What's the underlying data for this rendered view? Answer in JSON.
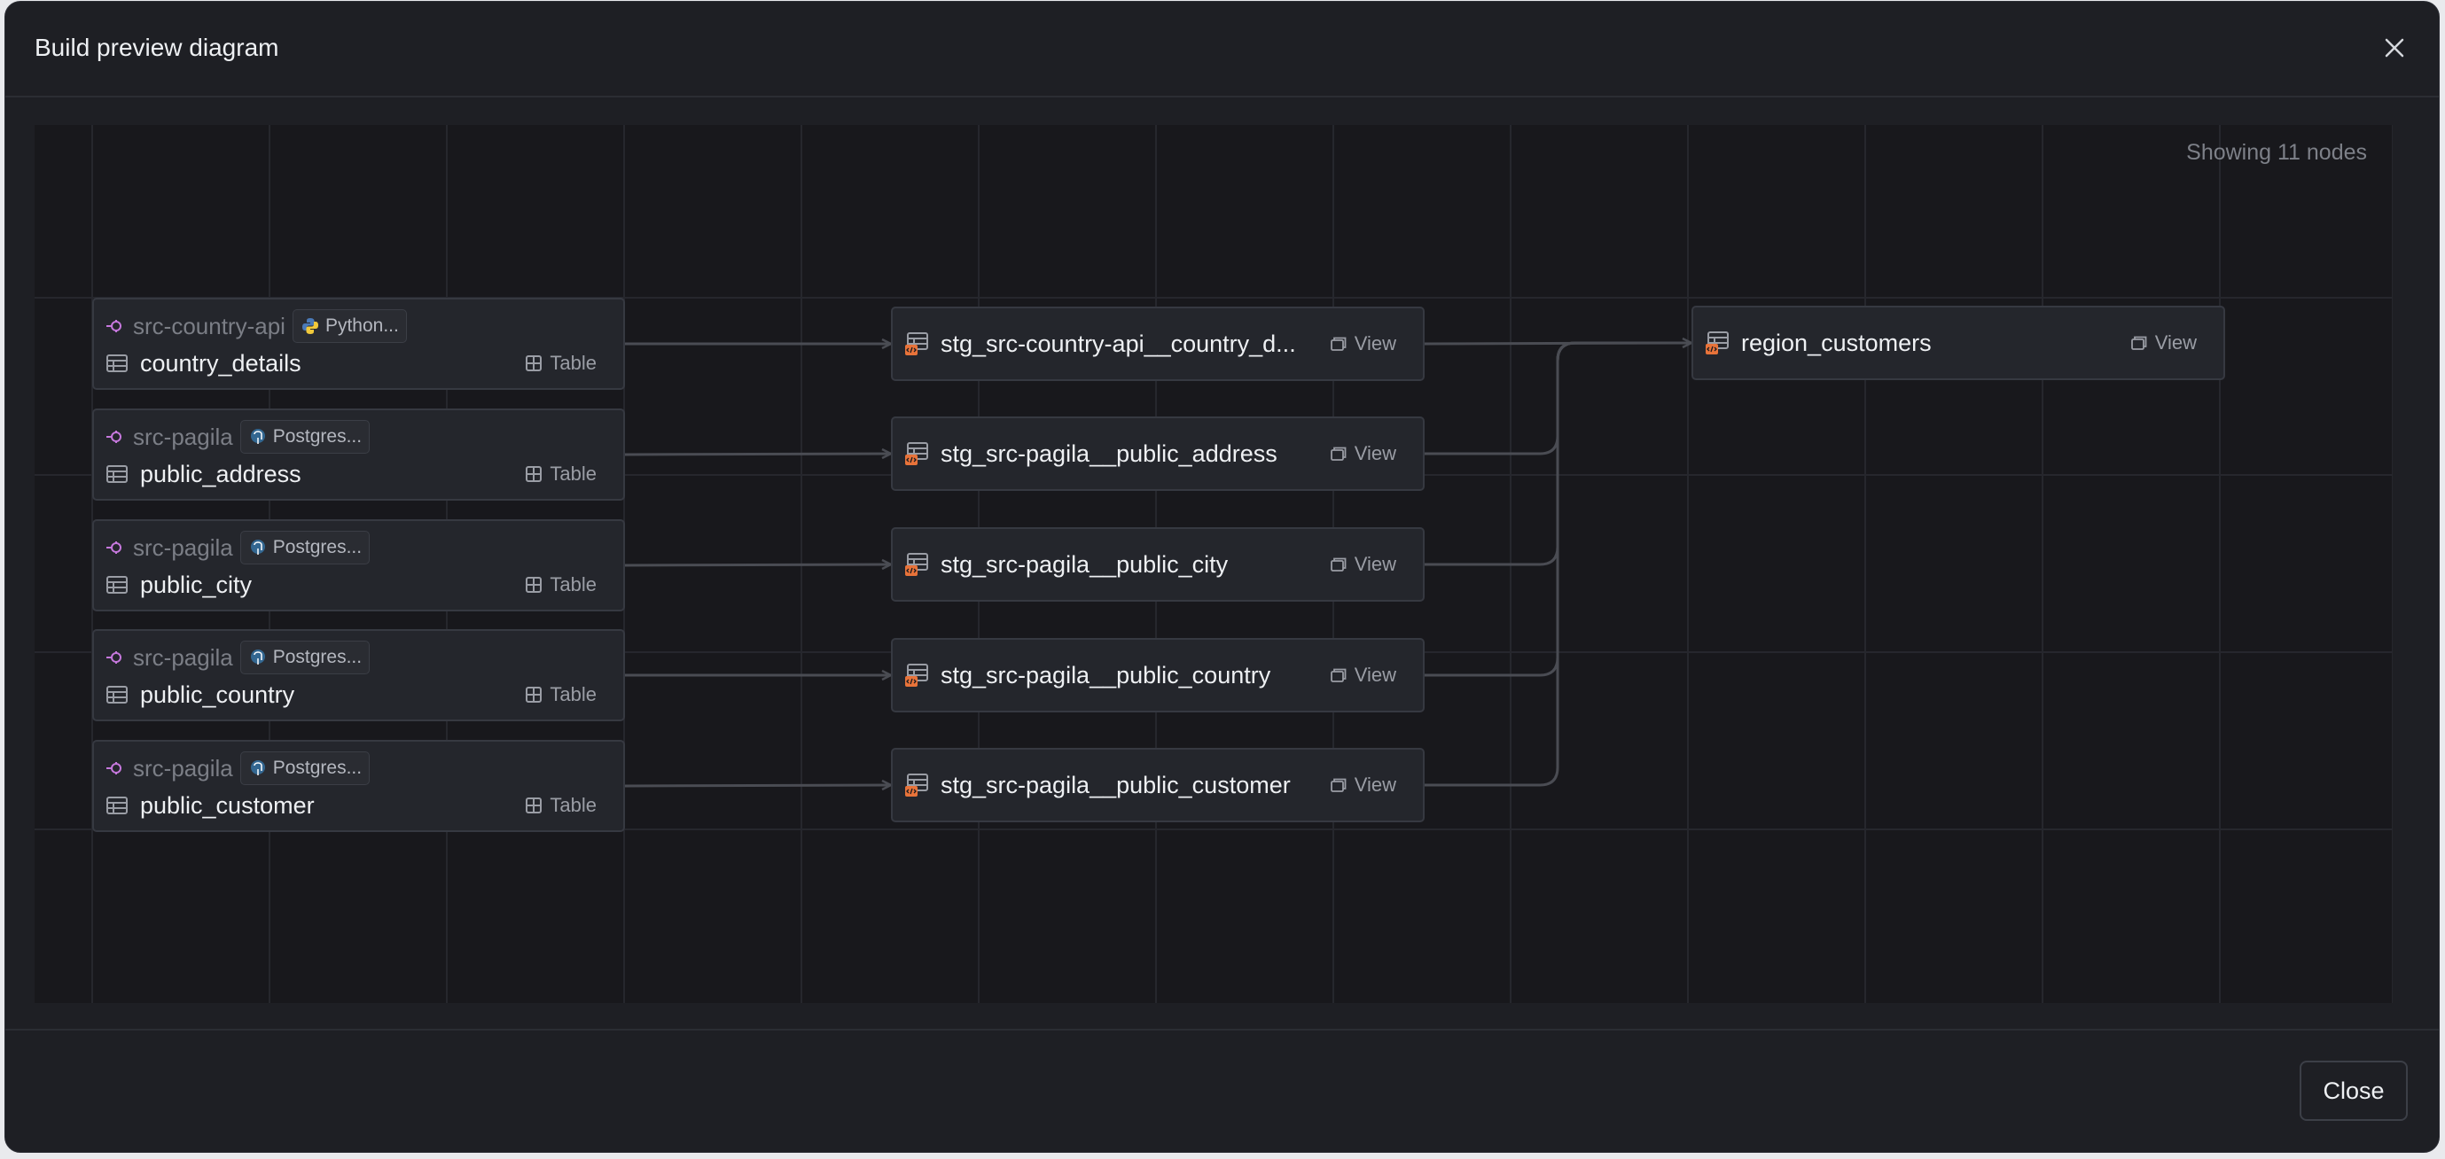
{
  "dialog": {
    "title": "Build preview diagram",
    "close_label": "Close"
  },
  "canvas": {
    "node_count_text": "Showing 11 nodes"
  },
  "sources": [
    {
      "source": "src-country-api",
      "connector": "Python...",
      "connector_icon": "python-icon",
      "name": "country_details",
      "type": "Table"
    },
    {
      "source": "src-pagila",
      "connector": "Postgres...",
      "connector_icon": "postgres-icon",
      "name": "public_address",
      "type": "Table"
    },
    {
      "source": "src-pagila",
      "connector": "Postgres...",
      "connector_icon": "postgres-icon",
      "name": "public_city",
      "type": "Table"
    },
    {
      "source": "src-pagila",
      "connector": "Postgres...",
      "connector_icon": "postgres-icon",
      "name": "public_country",
      "type": "Table"
    },
    {
      "source": "src-pagila",
      "connector": "Postgres...",
      "connector_icon": "postgres-icon",
      "name": "public_customer",
      "type": "Table"
    }
  ],
  "staging": [
    {
      "name": "stg_src-country-api__country_d...",
      "type": "View"
    },
    {
      "name": "stg_src-pagila__public_address",
      "type": "View"
    },
    {
      "name": "stg_src-pagila__public_city",
      "type": "View"
    },
    {
      "name": "stg_src-pagila__public_country",
      "type": "View"
    },
    {
      "name": "stg_src-pagila__public_customer",
      "type": "View"
    }
  ],
  "final": {
    "name": "region_customers",
    "type": "View"
  },
  "colors": {
    "background": "#18181c",
    "node": "#24262c",
    "edge": "#4a4c53",
    "source_icon": "#c678dd",
    "model_badge": "#e8733a"
  }
}
